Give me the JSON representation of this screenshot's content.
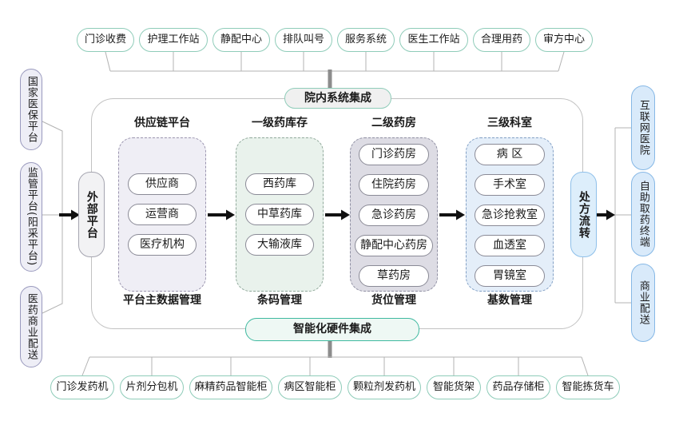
{
  "top_row": {
    "items": [
      "门诊收费",
      "护理工作站",
      "静配中心",
      "排队叫号",
      "服务系统",
      "医生工作站",
      "合理用药",
      "审方中心"
    ]
  },
  "integration_top": {
    "label": "院内系统集成"
  },
  "left_panel": {
    "items": [
      "国家医保平台",
      "监管平台(阳采平台)",
      "医药商业配送"
    ]
  },
  "external_platform": {
    "label": "外部平台"
  },
  "columns": [
    {
      "header": "供应链平台",
      "items": [
        "供应商",
        "运营商",
        "医疗机构"
      ],
      "footer": "平台主数据管理"
    },
    {
      "header": "一级药库存",
      "items": [
        "西药库",
        "中草药库",
        "大输液库"
      ],
      "footer": "条码管理"
    },
    {
      "header": "二级药房",
      "items": [
        "门诊药房",
        "住院药房",
        "急诊药房",
        "静配中心药房",
        "草药房"
      ],
      "footer": "货位管理"
    },
    {
      "header": "三级科室",
      "items": [
        "病 区",
        "手术室",
        "急诊抢救室",
        "血透室",
        "胃镜室"
      ],
      "footer": "基数管理"
    }
  ],
  "prescription_flow": {
    "label": "处方流转"
  },
  "right_panel": {
    "items": [
      "互联网医院",
      "自助取药终端",
      "商业配送"
    ]
  },
  "integration_bottom": {
    "label": "智能化硬件集成"
  },
  "bottom_row": {
    "items": [
      "门诊发药机",
      "片剂分包机",
      "麻精药品智能柜",
      "病区智能柜",
      "颗粒剂发药机",
      "智能货架",
      "药品存储柜",
      "智能拣货车"
    ]
  },
  "colors": {
    "teal_border": "#8fccb9",
    "teal_strong": "#3fb9a0",
    "mint_fill": "#eef8f4",
    "gray_fill": "#f0f0f0",
    "lavender_fill": "#efeef5",
    "lavender_border": "#9a94ae",
    "green_fill": "#e9f2ec",
    "green_border": "#8fa89a",
    "grayviolet_fill": "#dddce4",
    "grayviolet_border": "#8f8fa2",
    "blue_fill": "#e4eef9",
    "blue_border": "#819fc4",
    "rightpill_fill": "#d9eafa",
    "rightpill_border": "#86b8e6",
    "leftpill_fill": "#eeeef6",
    "leftpill_border": "#9a9abe",
    "external_fill": "#f2f2f4",
    "external_border": "#a5a5b0",
    "flow_fill": "#ddeefb",
    "flow_border": "#8fc0ea",
    "item_border": "#8a8a96",
    "line": "#b3b3b3",
    "thick_line": "#8c8c8c",
    "arrow": "#111111",
    "container_border": "#c2c2c2"
  }
}
